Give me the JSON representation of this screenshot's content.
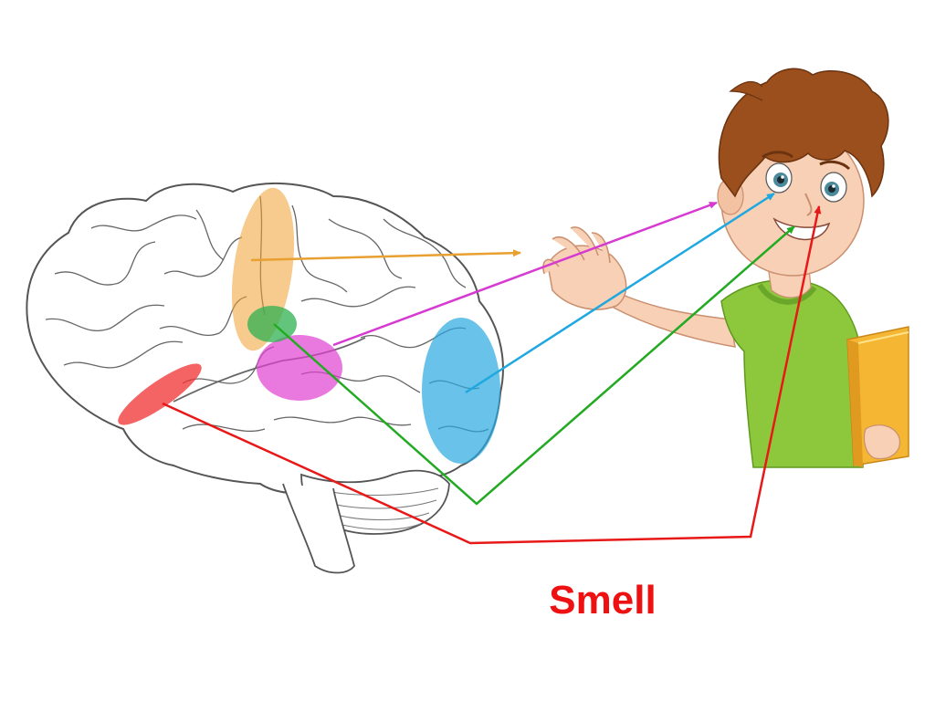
{
  "caption": {
    "text": "Smell",
    "color": "#ee1111"
  },
  "regions": [
    {
      "name": "motor-strip",
      "color": "#f0a030"
    },
    {
      "name": "somatosensory-spot",
      "color": "#2fb050"
    },
    {
      "name": "auditory-area",
      "color": "#e040d0"
    },
    {
      "name": "visual-area",
      "color": "#29a8e0"
    },
    {
      "name": "olfactory-area",
      "color": "#f03030"
    }
  ],
  "colors": {
    "brain_outline": "#555555",
    "boy_shirt": "#8dc83c",
    "boy_hair": "#9a4f1c",
    "boy_skin": "#f7d0b5",
    "book": "#f5b633"
  }
}
